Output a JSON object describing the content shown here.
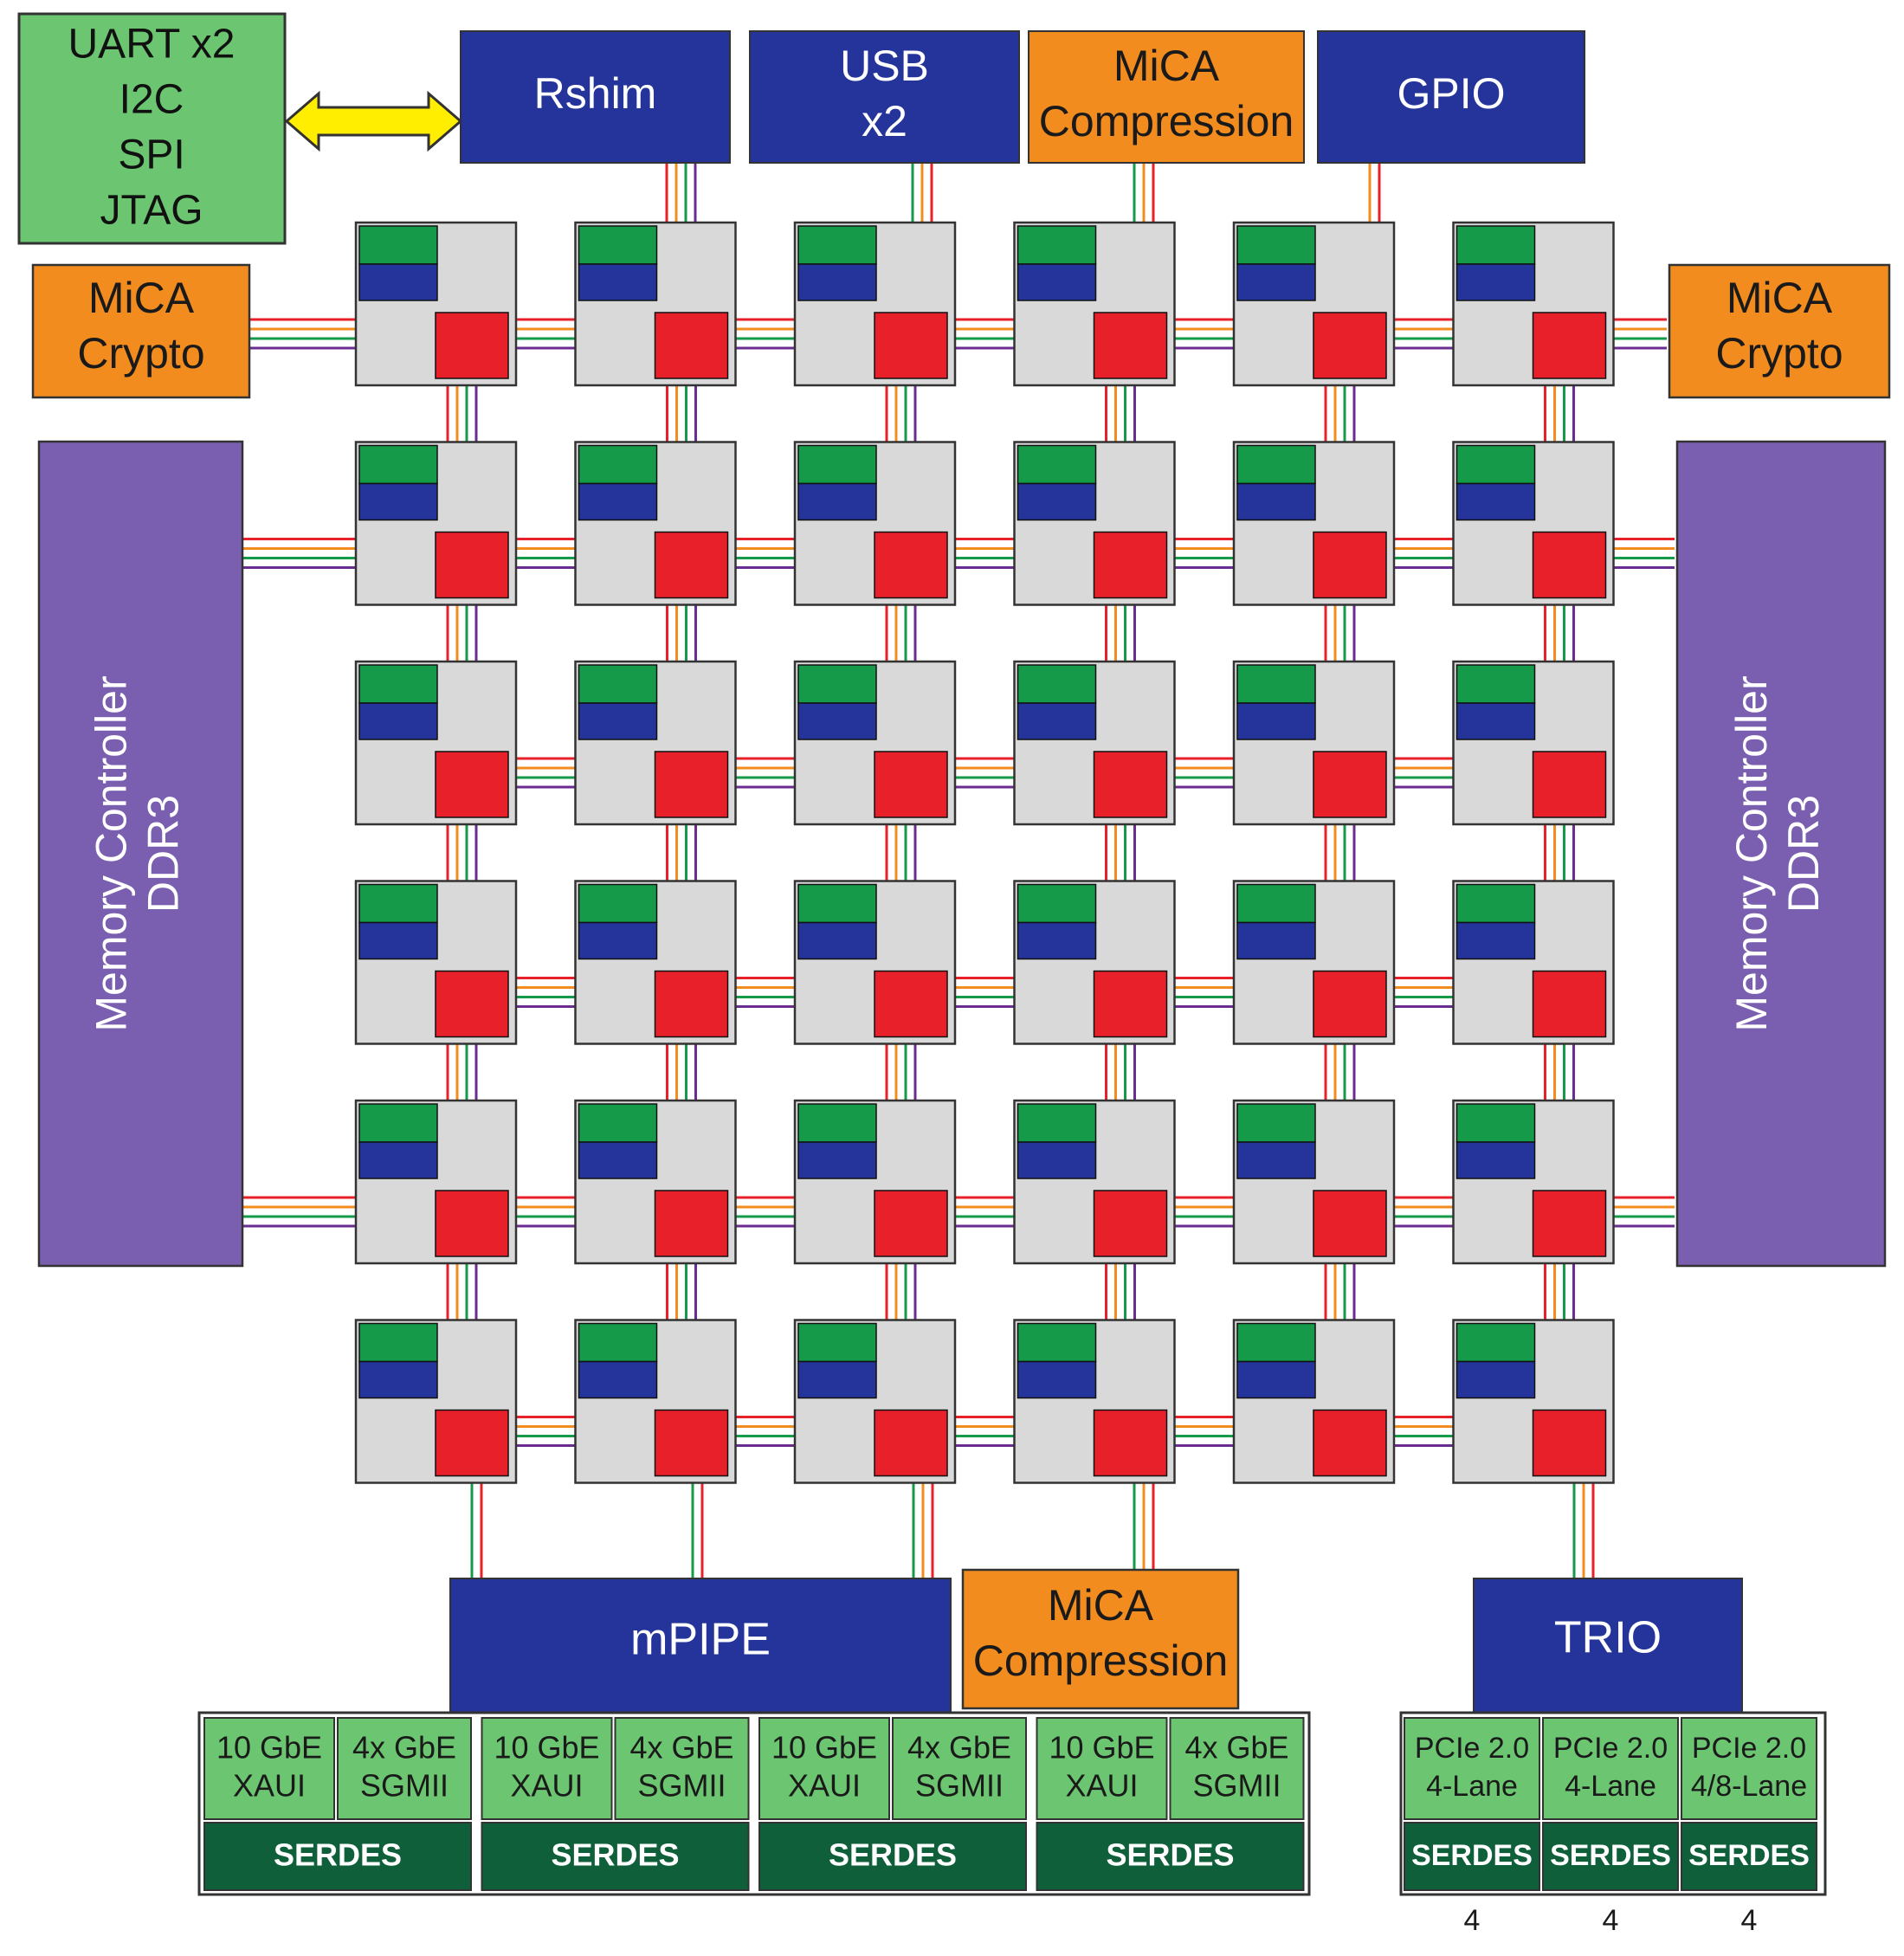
{
  "blocks": {
    "uart": {
      "lines": [
        "UART x2",
        "I2C",
        "SPI",
        "JTAG"
      ]
    },
    "rshim": {
      "lines": [
        "Rshim"
      ]
    },
    "usb": {
      "lines": [
        "USB",
        "x2"
      ]
    },
    "mica_comp_top": {
      "lines": [
        "MiCA",
        "Compression"
      ]
    },
    "gpio": {
      "lines": [
        "GPIO"
      ]
    },
    "crypto_left": {
      "lines": [
        "MiCA",
        "Crypto"
      ]
    },
    "crypto_right": {
      "lines": [
        "MiCA",
        "Crypto"
      ]
    },
    "mem_left": {
      "lines": [
        "Memory Controller",
        "DDR3"
      ]
    },
    "mem_right": {
      "lines": [
        "Memory Controller",
        "DDR3"
      ]
    },
    "mpipe": {
      "lines": [
        "mPIPE"
      ]
    },
    "mica_comp_bottom": {
      "lines": [
        "MiCA",
        "Compression"
      ]
    },
    "trio": {
      "lines": [
        "TRIO"
      ]
    }
  },
  "mpipe_ports": [
    {
      "xaui": [
        "10 GbE",
        "XAUI"
      ],
      "sgmii": [
        "4x GbE",
        "SGMII"
      ],
      "serdes": "SERDES"
    },
    {
      "xaui": [
        "10 GbE",
        "XAUI"
      ],
      "sgmii": [
        "4x GbE",
        "SGMII"
      ],
      "serdes": "SERDES"
    },
    {
      "xaui": [
        "10 GbE",
        "XAUI"
      ],
      "sgmii": [
        "4x GbE",
        "SGMII"
      ],
      "serdes": "SERDES"
    },
    {
      "xaui": [
        "10 GbE",
        "XAUI"
      ],
      "sgmii": [
        "4x GbE",
        "SGMII"
      ],
      "serdes": "SERDES"
    }
  ],
  "trio_ports": [
    {
      "lines": [
        "PCIe 2.0",
        "4-Lane"
      ],
      "serdes": "SERDES",
      "lanes": "4"
    },
    {
      "lines": [
        "PCIe 2.0",
        "4-Lane"
      ],
      "serdes": "SERDES",
      "lanes": "4"
    },
    {
      "lines": [
        "PCIe 2.0",
        "4/8-Lane"
      ],
      "serdes": "SERDES",
      "lanes": "4"
    }
  ],
  "tile_grid": {
    "rows": 6,
    "cols": 6
  },
  "colors": {
    "navy": "#24349a",
    "orange": "#f28c1e",
    "light_green": "#6cc570",
    "dark_green": "#0e5f3a",
    "purple": "#7a5fb0",
    "tile_gray": "#d9d9d9",
    "tile_green": "#159a4a",
    "tile_red": "#e8202a",
    "arrow_yellow": "#ffee00",
    "link_colors": [
      "#e8202a",
      "#f28c1e",
      "#159a4a",
      "#6a2c91"
    ]
  }
}
